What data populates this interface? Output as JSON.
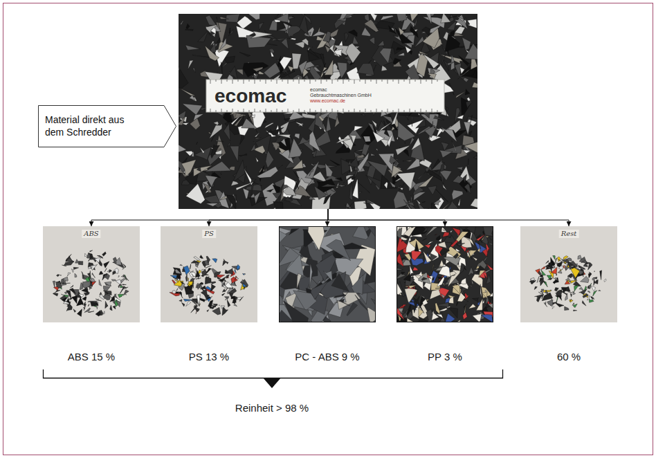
{
  "diagram": {
    "nodes": [
      {
        "text": [
          "Material direkt aus dem Schredder"
        ]
      },
      {
        "text": [
          "ecomac",
          "ecomac",
          "Gebrauchtmaschinen GmbH",
          "www.ecomac.de"
        ]
      },
      {
        "text": [
          "ABS",
          "ABS 15 %"
        ]
      },
      {
        "text": [
          "PS",
          "PS 13 %"
        ]
      },
      {
        "text": [
          "PC - ABS 9 %"
        ]
      },
      {
        "text": [
          "PP 3 %"
        ]
      },
      {
        "text": [
          "Rest",
          "60 %"
        ]
      }
    ],
    "edges": [
      {
        "from": 1,
        "to": 2,
        "arrow": "to"
      },
      {
        "from": 1,
        "to": 3,
        "arrow": "to"
      },
      {
        "from": 1,
        "to": 4,
        "arrow": "to"
      },
      {
        "from": 1,
        "to": 5,
        "arrow": "to"
      },
      {
        "from": 1,
        "to": 6,
        "arrow": "to"
      }
    ],
    "labels": [
      "Reinheit > 98 %"
    ]
  }
}
